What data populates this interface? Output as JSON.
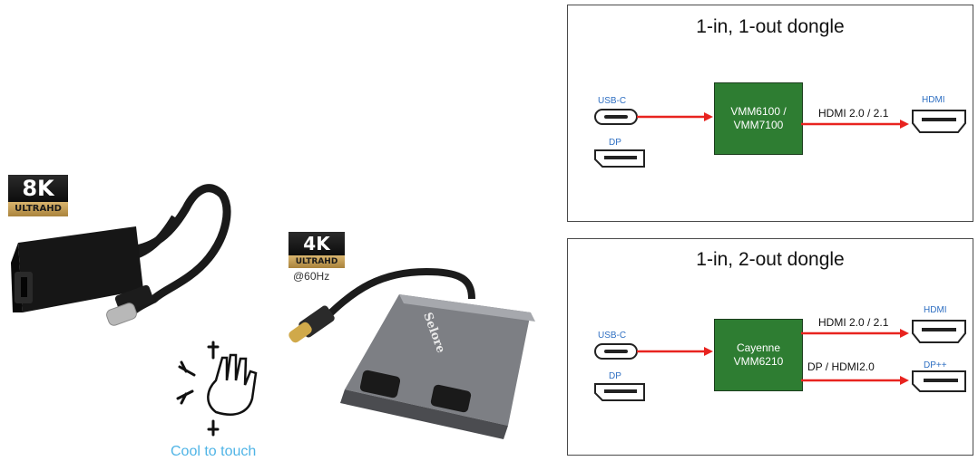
{
  "left": {
    "badge_8k": {
      "res": "8K",
      "sub": "ULTRAHD"
    },
    "badge_4k": {
      "res": "4K",
      "sub": "ULTRAHD",
      "rate": "@60Hz"
    },
    "brand_on_hub": "Selore",
    "cool_to_touch": "Cool to touch"
  },
  "panels": [
    {
      "title": "1-in, 1-out dongle",
      "inputs": [
        "USB-C",
        "DP"
      ],
      "chip": [
        "VMM6100 /",
        "VMM7100"
      ],
      "outputs": [
        {
          "signal": "HDMI 2.0 / 2.1",
          "port": "HDMI"
        }
      ]
    },
    {
      "title": "1-in, 2-out dongle",
      "inputs": [
        "USB-C",
        "DP"
      ],
      "chip": [
        "Cayenne",
        "VMM6210"
      ],
      "outputs": [
        {
          "signal": "HDMI 2.0 / 2.1",
          "port": "HDMI"
        },
        {
          "signal": "DP / HDMI2.0",
          "port": "DP++"
        }
      ]
    }
  ],
  "colors": {
    "chip_green": "#2e7d32",
    "arrow_red": "#e8231f",
    "port_label_blue": "#2f6fc2",
    "cool_blue": "#4fb4e6"
  }
}
